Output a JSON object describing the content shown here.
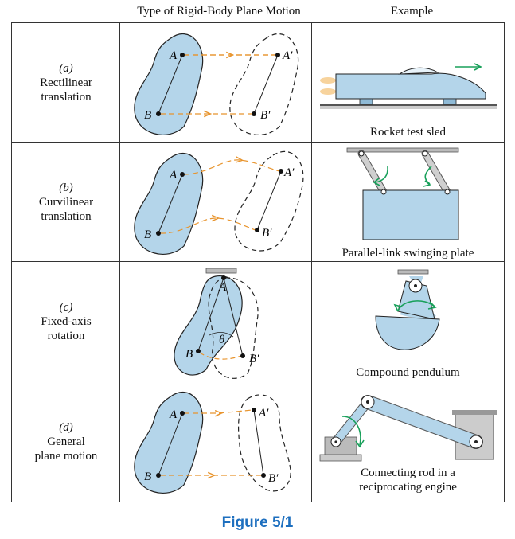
{
  "header": {
    "type_col": "Type of Rigid-Body Plane Motion",
    "example_col": "Example"
  },
  "rows": [
    {
      "tag": "(a)",
      "line1": "Rectilinear",
      "line2": "translation",
      "caption1": "Rocket test sled",
      "caption2": ""
    },
    {
      "tag": "(b)",
      "line1": "Curvilinear",
      "line2": "translation",
      "caption1": "Parallel-link swinging plate",
      "caption2": ""
    },
    {
      "tag": "(c)",
      "line1": "Fixed-axis",
      "line2": "rotation",
      "caption1": "Compound pendulum",
      "caption2": ""
    },
    {
      "tag": "(d)",
      "line1": "General",
      "line2": "plane motion",
      "caption1": "Connecting rod in a",
      "caption2": "reciprocating engine"
    }
  ],
  "points": {
    "A": "A",
    "B": "B",
    "A2": "A′",
    "B2": "B′",
    "theta": "θ"
  },
  "figure_caption": "Figure 5/1",
  "colors": {
    "body_fill": "#b4d5ea",
    "path_orange": "#e8952f",
    "arrow_green": "#18a05a",
    "border": "#333333"
  }
}
